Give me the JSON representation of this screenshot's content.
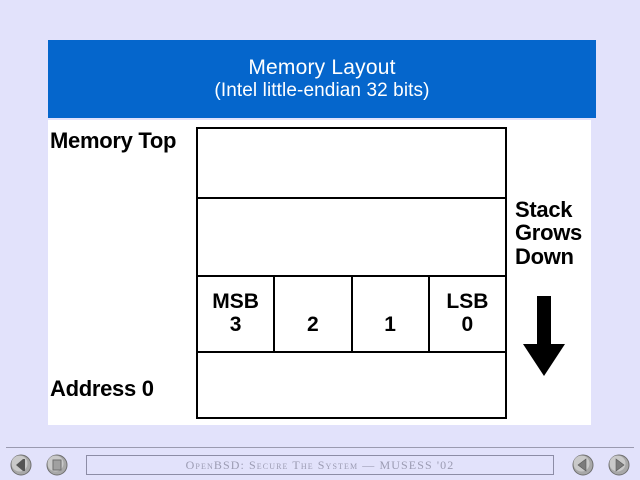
{
  "slide": {
    "title_main": "Memory Layout",
    "title_sub": "(Intel little-endian 32 bits)",
    "labels": {
      "memory_top": "Memory Top",
      "address_zero": "Address 0"
    },
    "stack_note": {
      "line1": "Stack",
      "line2": "Grows",
      "line3": "Down",
      "arrow_icon": "arrow-down-icon"
    },
    "table": {
      "rows": [
        {
          "kind": "blank",
          "cells": [
            ""
          ]
        },
        {
          "kind": "blank",
          "cells": [
            ""
          ]
        },
        {
          "kind": "bytes",
          "cells": [
            {
              "tag": "MSB",
              "num": "3"
            },
            {
              "tag": "",
              "num": "2"
            },
            {
              "tag": "",
              "num": "1"
            },
            {
              "tag": "LSB",
              "num": "0"
            }
          ]
        },
        {
          "kind": "blank",
          "cells": [
            ""
          ]
        }
      ]
    }
  },
  "bottom_bar": {
    "status_text": "OpenBSD: Secure The System — MUSESS '02",
    "nav_left": [
      {
        "name": "back-button",
        "icon": "arrow-left-circle-icon"
      },
      {
        "name": "stop-button",
        "icon": "square-circle-icon"
      }
    ],
    "nav_right": [
      {
        "name": "previous-slide-button",
        "icon": "triangle-left-circle-icon"
      },
      {
        "name": "next-slide-button",
        "icon": "triangle-right-circle-icon"
      }
    ]
  },
  "colors": {
    "background": "#e2e2fb",
    "banner": "#0566cc",
    "banner_text": "#ffffff",
    "panel": "#ffffff",
    "ink": "#000000",
    "status_text": "#9b9bb2"
  }
}
